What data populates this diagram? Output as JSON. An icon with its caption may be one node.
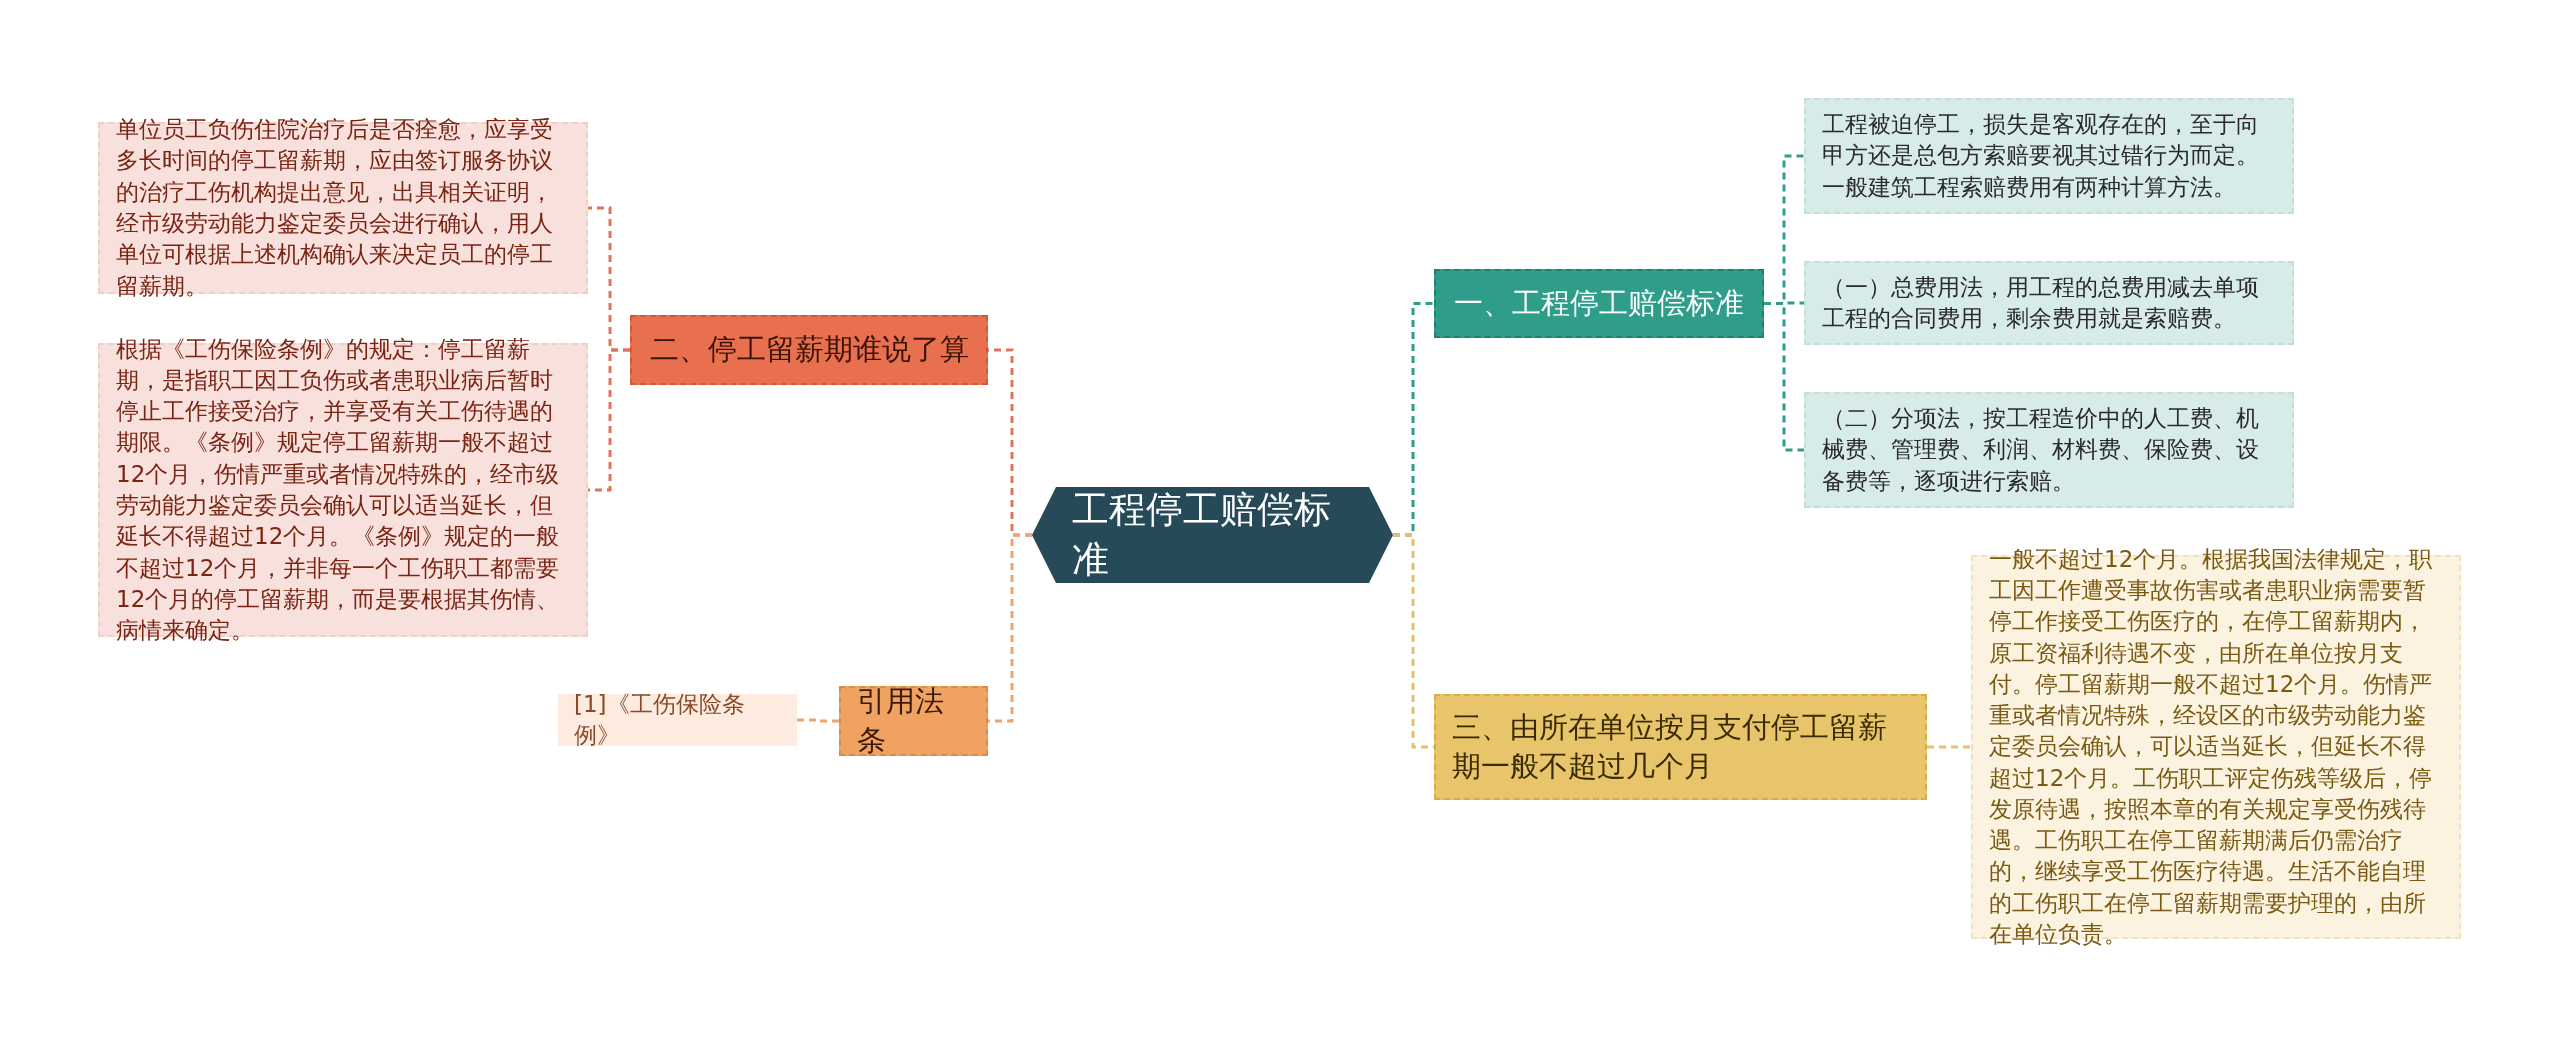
{
  "diagram": {
    "nodes": [
      {
        "text": [
          "工程停工赔偿标准"
        ]
      },
      {
        "text": [
          "一、工程停工赔偿标准"
        ]
      },
      {
        "text": [
          "工程被迫停工，损失是客观存在的，至于向甲方还是总包方索赔要视其过错行为而定。一般建筑工程索赔费用有两种计算方法。"
        ]
      },
      {
        "text": [
          "（一）总费用法，用工程的总费用减去单项工程的合同费用，剩余费用就是索赔费。"
        ]
      },
      {
        "text": [
          "（二）分项法，按工程造价中的人工费、机械费、管理费、利润、材料费、保险费、设备费等，逐项进行索赔。"
        ]
      },
      {
        "text": [
          "三、由所在单位按月支付停工留薪期一般不超过几个月"
        ]
      },
      {
        "text": [
          "一般不超过12个月。根据我国法律规定，职工因工作遭受事故伤害或者患职业病需要暂停工作接受工伤医疗的，在停工留薪期内，原工资福利待遇不变，由所在单位按月支付。停工留薪期一般不超过12个月。伤情严重或者情况特殊，经设区的市级劳动能力鉴定委员会确认，可以适当延长，但延长不得超过12个月。工伤职工评定伤残等级后，停发原待遇，按照本章的有关规定享受伤残待遇。工伤职工在停工留薪期满后仍需治疗的，继续享受工伤医疗待遇。生活不能自理的工伤职工在停工留薪期需要护理的，由所在单位负责。"
        ]
      },
      {
        "text": [
          "二、停工留薪期谁说了算"
        ]
      },
      {
        "text": [
          "单位员工负伤住院治疗后是否痊愈，应享受多长时间的停工留薪期，应由签订服务协议的治疗工伤机构提出意见，出具相关证明，经市级劳动能力鉴定委员会进行确认，用人单位可根据上述机构确认来决定员工的停工留薪期。"
        ]
      },
      {
        "text": [
          "根据《工伤保险条例》的规定：停工留薪期，是指职工因工负伤或者患职业病后暂时停止工作接受治疗，并享受有关工伤待遇的期限。《条例》规定停工留薪期一般不超过12个月，伤情严重或者情况特殊的，经市级劳动能力鉴定委员会确认可以适当延长，但延长不得超过12个月。《条例》规定的一般不超过12个月，并非每一个工伤职工都需要12个月的停工留薪期，而是要根据其伤情、病情来确定。"
        ]
      },
      {
        "text": [
          "引用法条"
        ]
      },
      {
        "text": [
          "[1]《工伤保险条例》"
        ]
      }
    ],
    "edges": [
      {
        "from": 0,
        "to": 1,
        "arrow": "none"
      },
      {
        "from": 1,
        "to": 2,
        "arrow": "none"
      },
      {
        "from": 1,
        "to": 3,
        "arrow": "none"
      },
      {
        "from": 1,
        "to": 4,
        "arrow": "none"
      },
      {
        "from": 0,
        "to": 5,
        "arrow": "none",
        "color": "#e3c069"
      },
      {
        "from": 5,
        "to": 6,
        "arrow": "none",
        "color": "#e3c069"
      },
      {
        "from": 0,
        "to": 7,
        "arrow": "none",
        "color": "#e0745a"
      },
      {
        "from": 7,
        "to": 8,
        "arrow": "none",
        "color": "#e0745a"
      },
      {
        "from": 7,
        "to": 9,
        "arrow": "none",
        "color": "#e0745a"
      },
      {
        "from": 0,
        "to": 10,
        "arrow": "none",
        "color": "#eea46a"
      },
      {
        "from": 10,
        "to": 11,
        "arrow": "none",
        "color": "#eea46a"
      }
    ]
  }
}
